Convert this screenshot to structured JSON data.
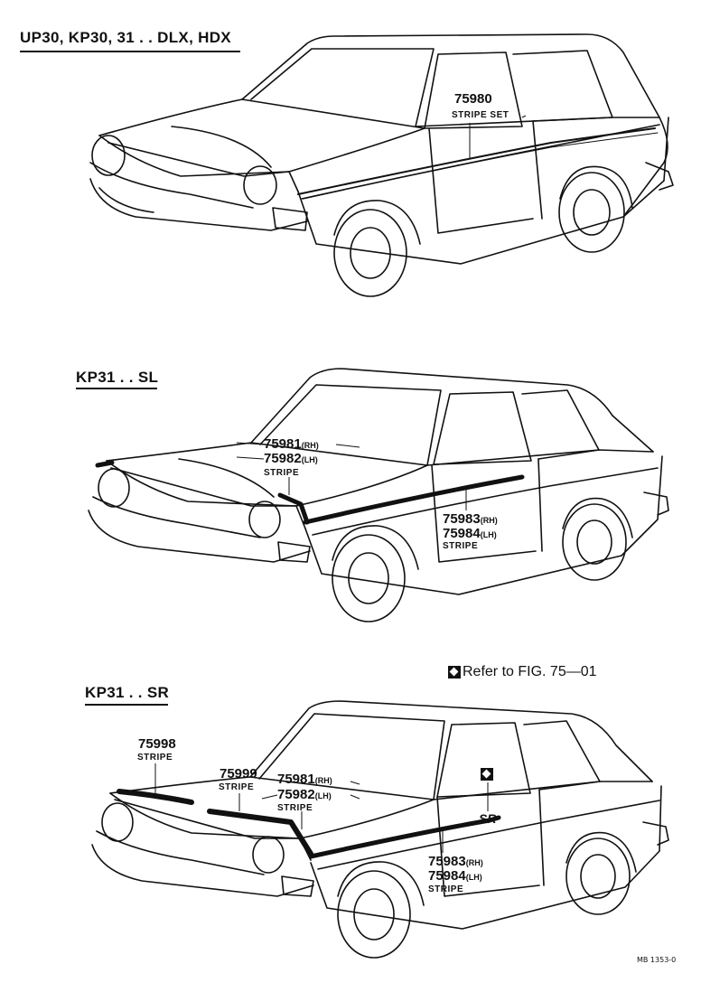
{
  "sections": [
    {
      "title": "UP30, KP30, 31 . . DLX, HDX",
      "callouts": [
        {
          "part": "75980",
          "side": "",
          "desc": "STRIPE SET"
        }
      ]
    },
    {
      "title": "KP31 . . SL",
      "callouts": [
        {
          "part": "75981",
          "side": "(RH)",
          "desc": ""
        },
        {
          "part": "75982",
          "side": "(LH)",
          "desc": "STRIPE"
        },
        {
          "part": "75983",
          "side": "(RH)",
          "desc": ""
        },
        {
          "part": "75984",
          "side": "(LH)",
          "desc": "STRIPE"
        }
      ]
    },
    {
      "title": "KP31 . . SR",
      "callouts": [
        {
          "part": "75998",
          "side": "",
          "desc": "STRIPE"
        },
        {
          "part": "75999",
          "side": "",
          "desc": "STRIPE"
        },
        {
          "part": "75981",
          "side": "(RH)",
          "desc": ""
        },
        {
          "part": "75982",
          "side": "(LH)",
          "desc": "STRIPE"
        },
        {
          "part": "75983",
          "side": "(RH)",
          "desc": ""
        },
        {
          "part": "75984",
          "side": "(LH)",
          "desc": "STRIPE"
        }
      ],
      "emblem_text": "SR"
    }
  ],
  "reference_note": "Refer to FIG. 75—01",
  "drawing_code": "MB 1353-0"
}
